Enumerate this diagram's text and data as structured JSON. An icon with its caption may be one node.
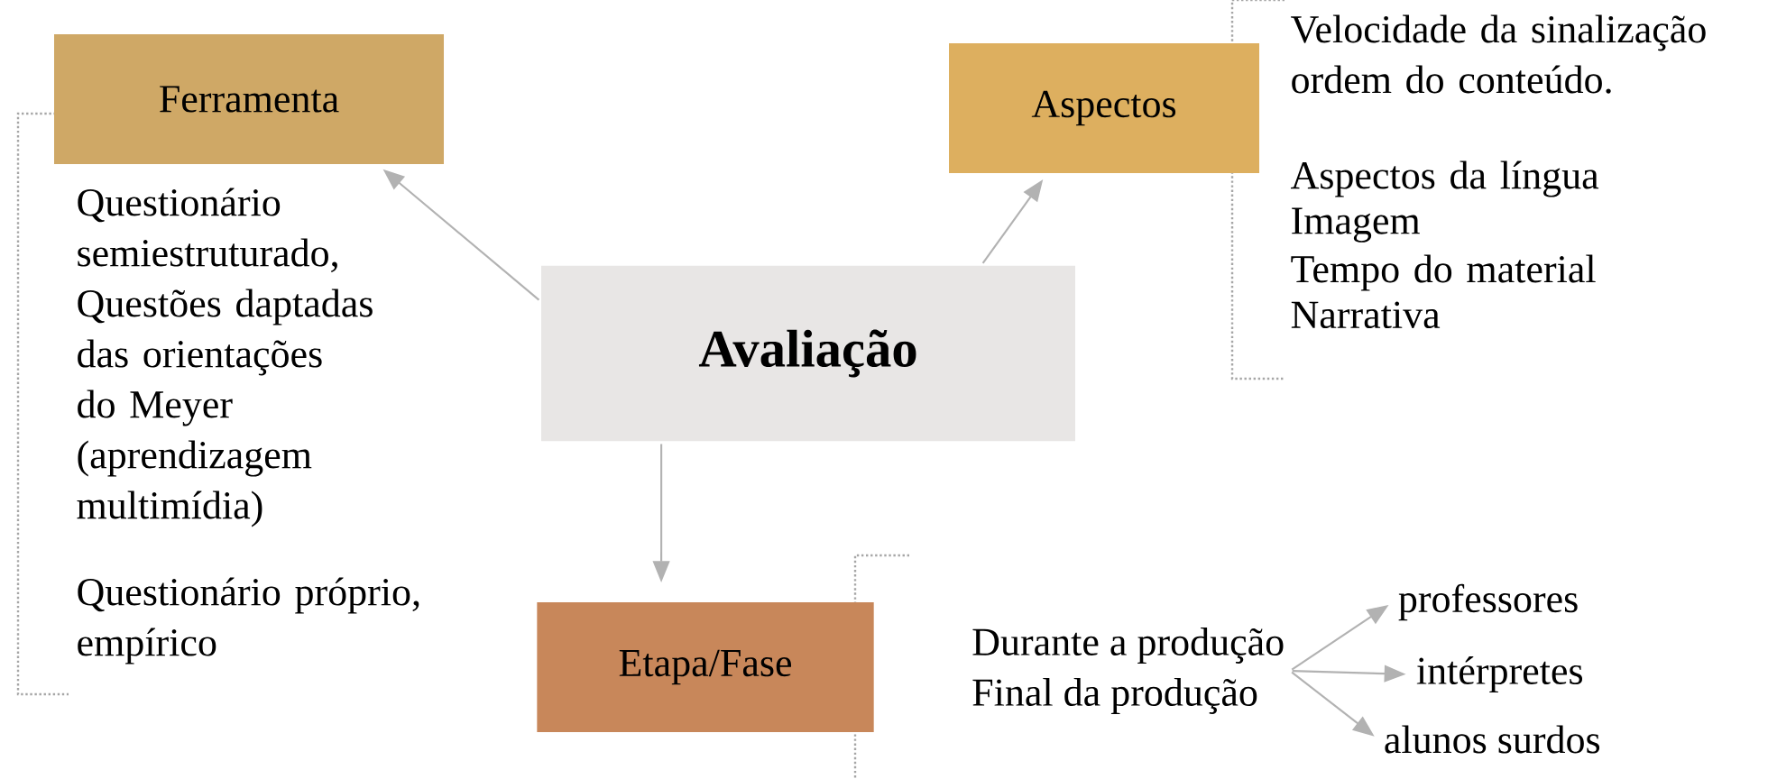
{
  "diagram": {
    "nodes": [
      {
        "text": [
          "Ferramenta"
        ],
        "beside": [
          "Questionário semiestruturado, Questões daptadas das orientações do Meyer (aprendizagem multimídia)",
          "Questionário próprio, empírico"
        ]
      },
      {
        "text": [
          "Aspectos"
        ],
        "beside": [
          "Velocidade da sinalização ordem do conteúdo.",
          "Aspectos da língua",
          "Imagem",
          "Tempo do material",
          "Narrativa"
        ]
      },
      {
        "text": [
          "Avaliação"
        ]
      },
      {
        "text": [
          "Etapa/Fase"
        ]
      },
      {
        "text": [
          "Durante a produção",
          "Final da produção"
        ]
      },
      {
        "text": [
          "professores"
        ]
      },
      {
        "text": [
          "intérpretes"
        ]
      },
      {
        "text": [
          "alunos surdos"
        ]
      }
    ],
    "edges": [
      {
        "from": 2,
        "to": 0,
        "arrow": "to"
      },
      {
        "from": 2,
        "to": 1,
        "arrow": "to"
      },
      {
        "from": 2,
        "to": 3,
        "arrow": "to"
      },
      {
        "from": 4,
        "to": 5,
        "arrow": "to"
      },
      {
        "from": 4,
        "to": 6,
        "arrow": "to"
      },
      {
        "from": 4,
        "to": 7,
        "arrow": "to"
      }
    ]
  }
}
